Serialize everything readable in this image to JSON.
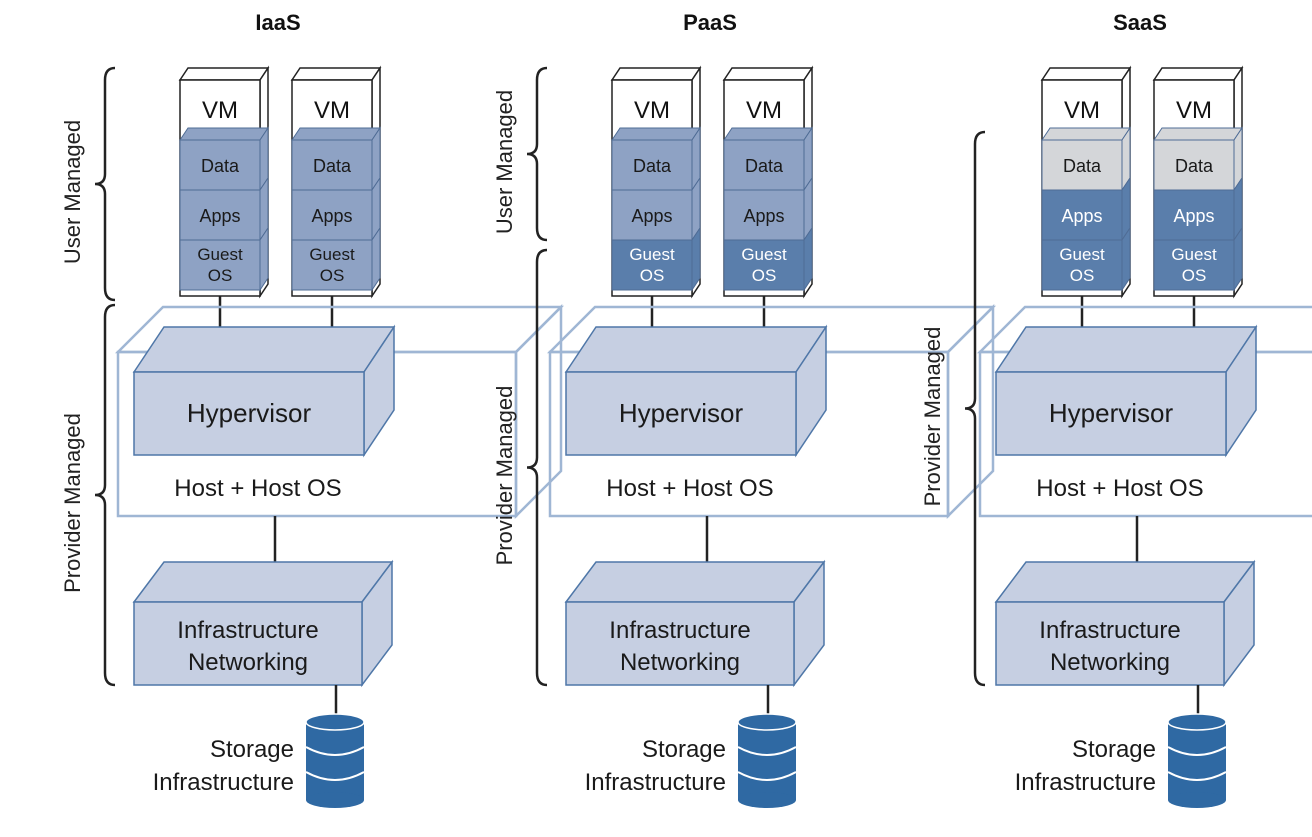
{
  "panels": [
    {
      "title": "IaaS",
      "brackets": {
        "user": "User Managed",
        "provider": "Provider Managed"
      },
      "vms": [
        {
          "label": "VM",
          "layers": {
            "data": "Data",
            "apps": "Apps",
            "guest_os_line1": "Guest",
            "guest_os_line2": "OS"
          }
        },
        {
          "label": "VM",
          "layers": {
            "data": "Data",
            "apps": "Apps",
            "guest_os_line1": "Guest",
            "guest_os_line2": "OS"
          }
        }
      ],
      "hypervisor": "Hypervisor",
      "host": "Host + Host OS",
      "infra_line1": "Infrastructure",
      "infra_line2": "Networking",
      "storage_line1": "Storage",
      "storage_line2": "Infrastructure"
    },
    {
      "title": "PaaS",
      "brackets": {
        "user": "User Managed",
        "provider": "Provider Managed"
      },
      "vms": [
        {
          "label": "VM",
          "layers": {
            "data": "Data",
            "apps": "Apps",
            "guest_os_line1": "Guest",
            "guest_os_line2": "OS"
          }
        },
        {
          "label": "VM",
          "layers": {
            "data": "Data",
            "apps": "Apps",
            "guest_os_line1": "Guest",
            "guest_os_line2": "OS"
          }
        }
      ],
      "hypervisor": "Hypervisor",
      "host": "Host + Host OS",
      "infra_line1": "Infrastructure",
      "infra_line2": "Networking",
      "storage_line1": "Storage",
      "storage_line2": "Infrastructure"
    },
    {
      "title": "SaaS",
      "brackets": {
        "user": "",
        "provider": "Provider Managed"
      },
      "vms": [
        {
          "label": "VM",
          "layers": {
            "data": "Data",
            "apps": "Apps",
            "guest_os_line1": "Guest",
            "guest_os_line2": "OS"
          }
        },
        {
          "label": "VM",
          "layers": {
            "data": "Data",
            "apps": "Apps",
            "guest_os_line1": "Guest",
            "guest_os_line2": "OS"
          }
        }
      ],
      "hypervisor": "Hypervisor",
      "host": "Host + Host OS",
      "infra_line1": "Infrastructure",
      "infra_line2": "Networking",
      "storage_line1": "Storage",
      "storage_line2": "Infrastructure"
    }
  ],
  "colors": {
    "user_layer": "#8ea2c4",
    "provider_layer": "#5a7eab",
    "saas_data_layer": "#d4d6d9",
    "box_fill": "#c6cfe2",
    "box_stroke": "#4f77a8",
    "host_stroke": "#9fb6d4",
    "storage": "#2f69a3"
  }
}
